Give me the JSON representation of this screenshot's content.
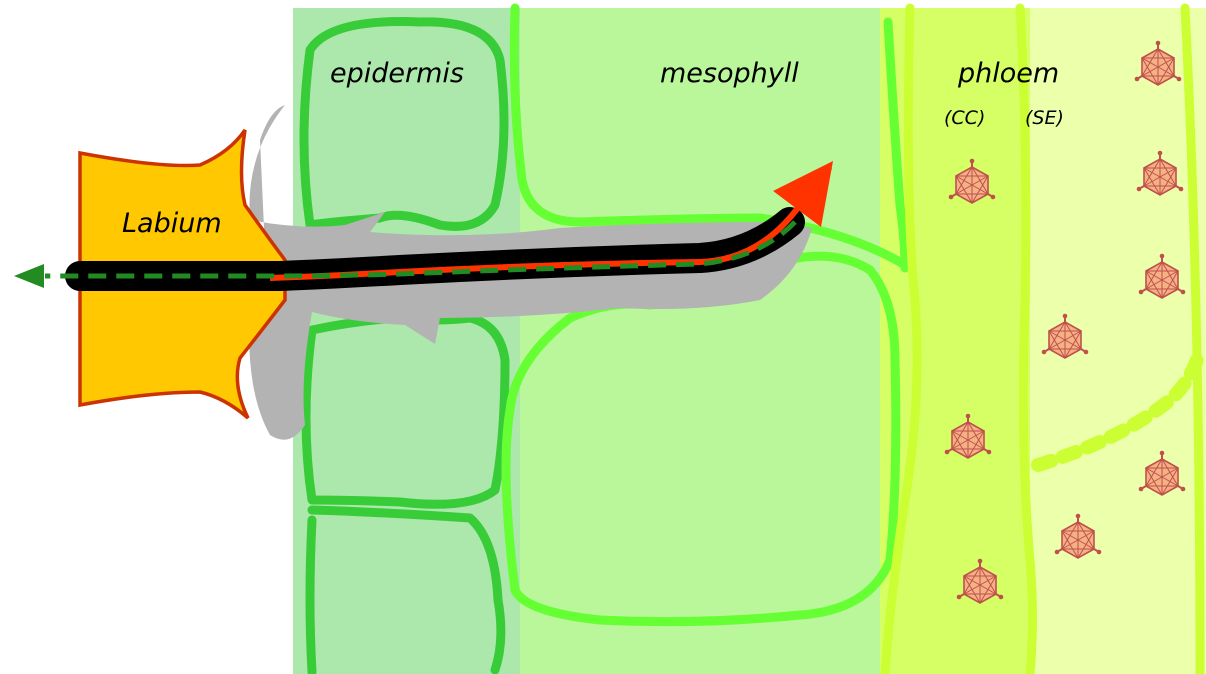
{
  "labels": {
    "labium": "Labium",
    "epidermis": "epidermis",
    "mesophyll": "mesophyll",
    "phloem": "phloem",
    "cc": "(CC)",
    "se": "(SE)"
  },
  "colors": {
    "epidermis_bg": "#ace8ac",
    "mesophyll_bg": "#b9f79a",
    "phloem_cc_bg": "#d6ff66",
    "phloem_se_bg": "#ecffaa",
    "epidermis_wall": "#39cc39",
    "mesophyll_wall": "#66ff33",
    "phloem_wall": "#ccff33",
    "labium": "#ffc800",
    "labium_outline": "#cc3300",
    "saliva": "#b3b3b3",
    "stylet": "#000000",
    "ingestion_arrow": "#228b22",
    "salivation_arrow": "#ff3300",
    "virion": "#f4b183"
  },
  "icons": [
    "virion-icon",
    "stylet-tip-arrow-icon",
    "ingestion-arrow-icon"
  ]
}
